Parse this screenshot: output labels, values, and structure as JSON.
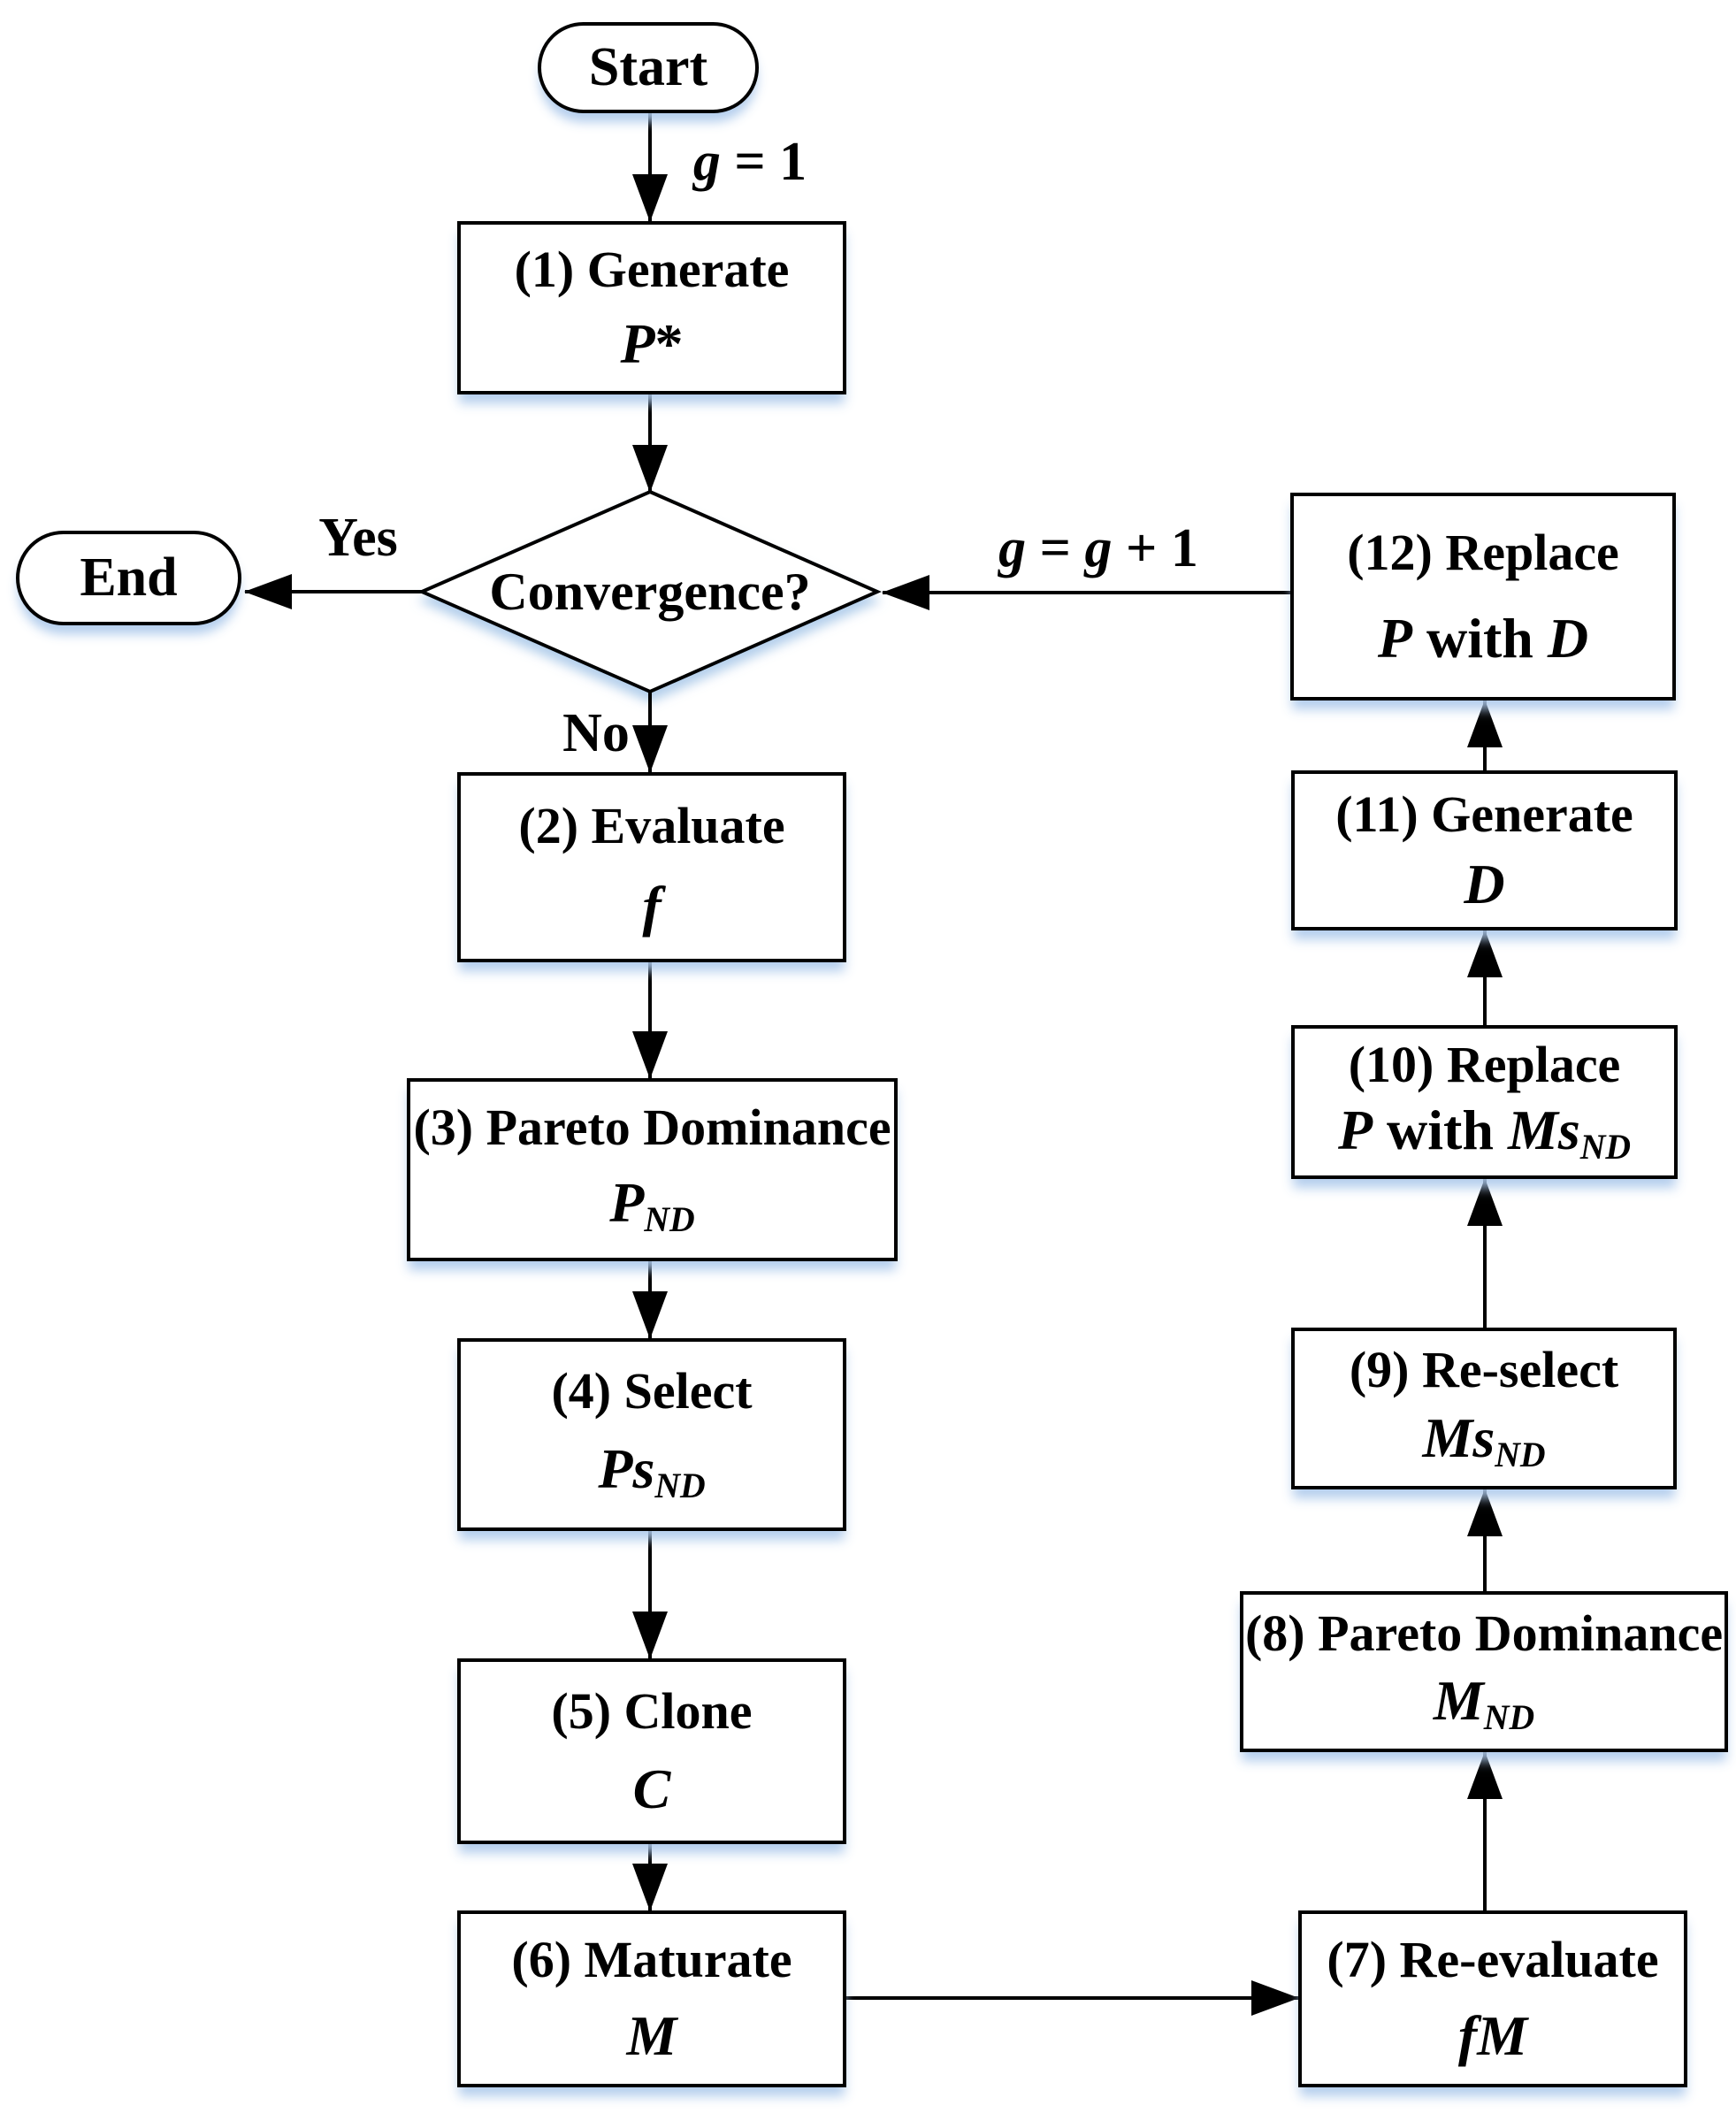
{
  "diagram": {
    "nodes": {
      "start": {
        "label": "Start"
      },
      "end": {
        "label": "End"
      },
      "decision": {
        "label": "Convergence?"
      },
      "step1": {
        "title": "(1) Generate",
        "v1": "P",
        "suffix": "*"
      },
      "step2": {
        "title": "(2) Evaluate",
        "v1": "f"
      },
      "step3": {
        "title": "(3) Pareto Dominance",
        "v1": "P",
        "sub1": "ND"
      },
      "step4": {
        "title": "(4) Select",
        "v1": "Ps",
        "sub1": "ND"
      },
      "step5": {
        "title": "(5) Clone",
        "v1": "C"
      },
      "step6": {
        "title": "(6) Maturate",
        "v1": "M"
      },
      "step7": {
        "title": "(7) Re-evaluate",
        "v1": "fM"
      },
      "step8": {
        "title": "(8) Pareto Dominance",
        "v1": "M",
        "sub1": "ND"
      },
      "step9": {
        "title": "(9) Re-select",
        "v1": "Ms",
        "sub1": "ND"
      },
      "step10": {
        "title": "(10) Replace",
        "v1": "P",
        "mid": " with ",
        "v2": "Ms",
        "sub2": "ND"
      },
      "step11": {
        "title": "(11) Generate",
        "v1": "D"
      },
      "step12": {
        "title": "(12) Replace",
        "v1": "P",
        "mid": " with ",
        "v2": "D"
      }
    },
    "edge_labels": {
      "init": {
        "v1": "g",
        "rest": " = 1"
      },
      "increment": {
        "v1": "g",
        "mid": " = ",
        "v2": "g",
        "rest": " + 1"
      },
      "yes": "Yes",
      "no": "No"
    },
    "colors": {
      "stroke": "#000000",
      "fill": "#ffffff",
      "shadow": "#accae9"
    }
  }
}
